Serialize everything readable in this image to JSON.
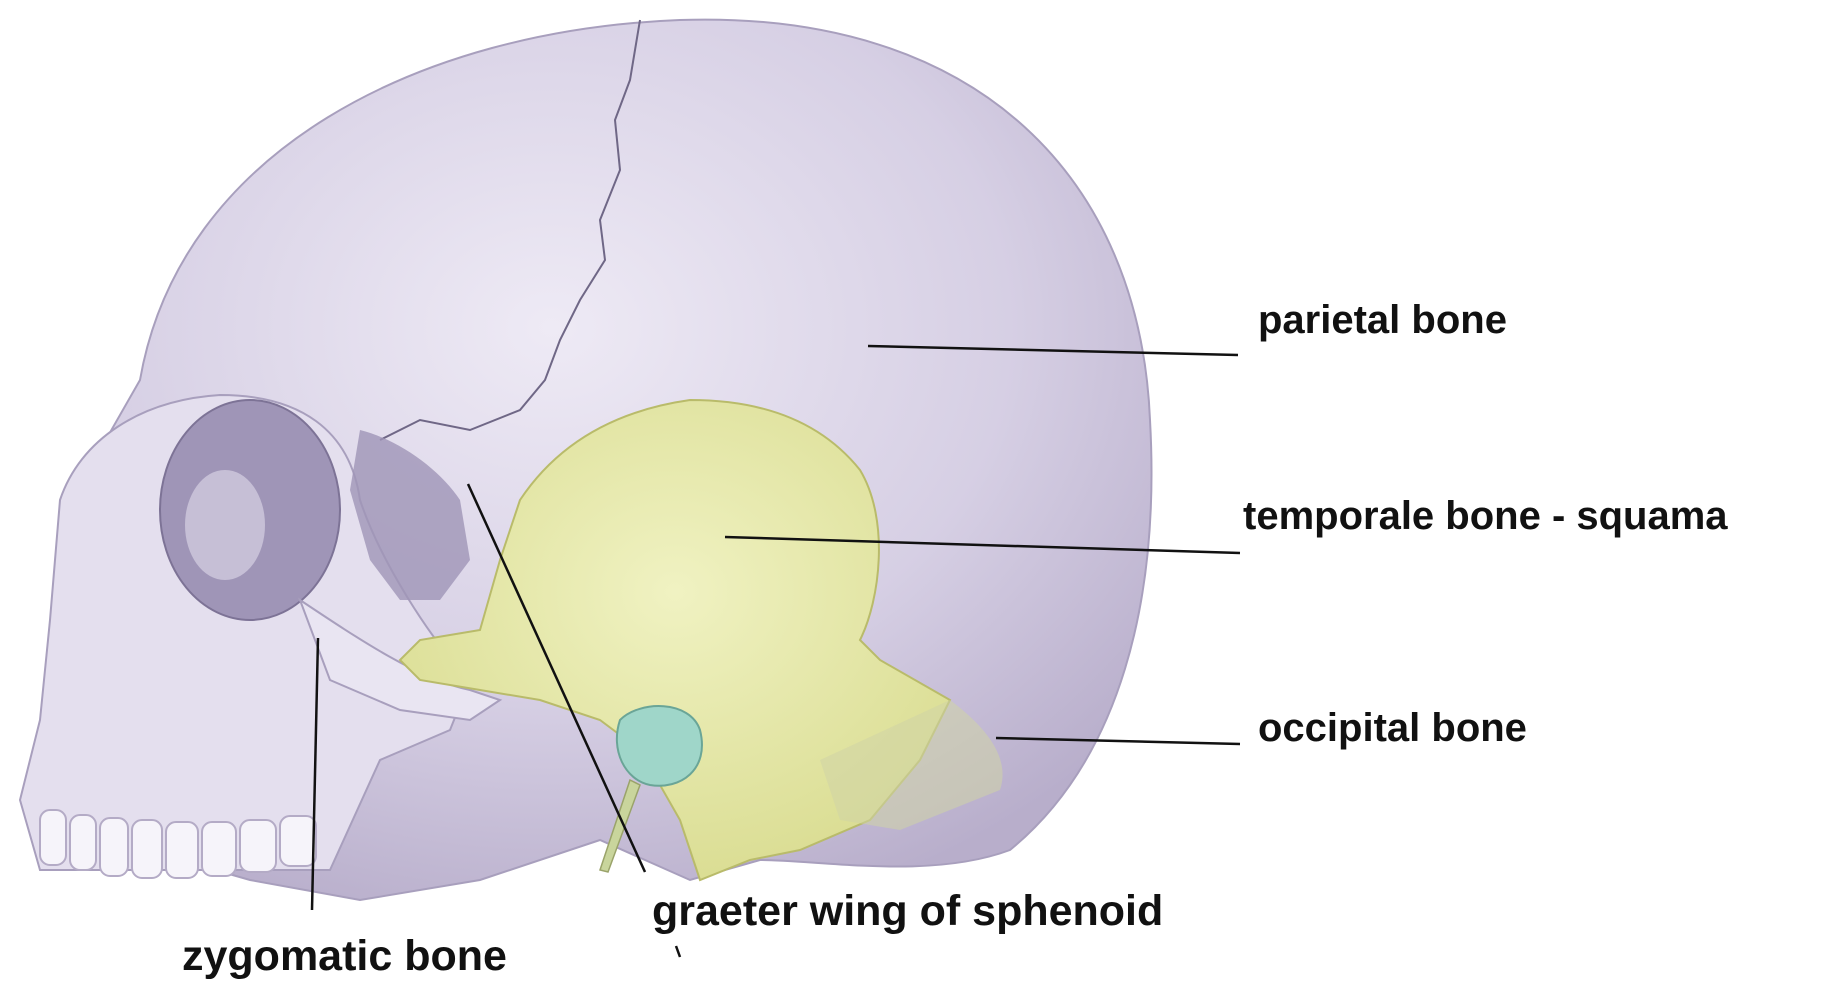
{
  "labels": {
    "parietal": "parietal bone",
    "temporal": "temporale bone - squama",
    "occipital": "occipital bone",
    "sphenoid": "graeter wing of sphenoid",
    "zygomatic": "zygomatic bone"
  },
  "colors": {
    "skull": "#d9d3e6",
    "skull_shadow": "#b9b0cc",
    "temporal_bone": "#e6e8a8",
    "sphenoid_hint": "#9fd6c9",
    "leader_line": "#111111"
  }
}
